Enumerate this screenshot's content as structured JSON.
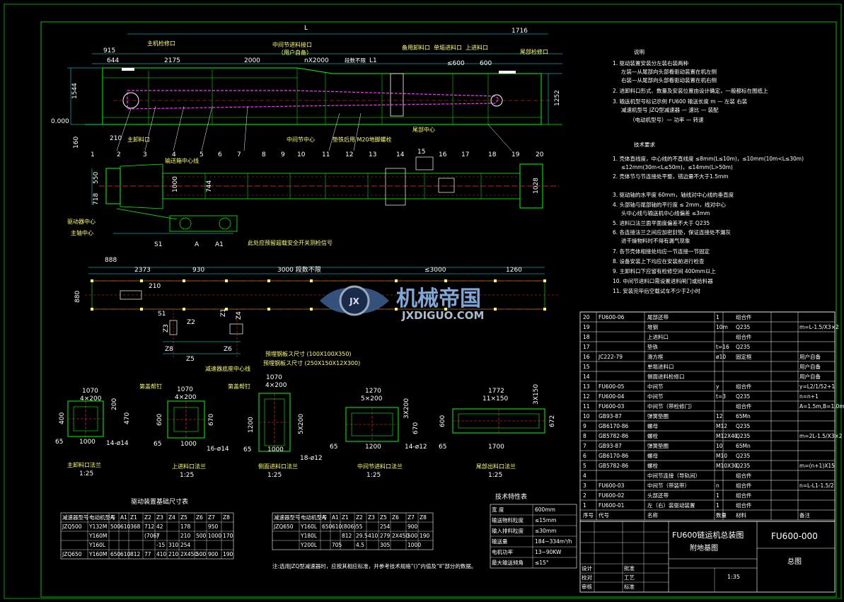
{
  "colors": {
    "background": "#000000",
    "frame": "#00c000",
    "outline": "#00ff00",
    "centerline": "#ff3333",
    "chain": "#ff33ff",
    "text": "#ffffff",
    "label": "#ffff66",
    "dim": "#00ffff"
  },
  "side_view": {
    "dims_top": [
      "L",
      "1716",
      "915",
      "644",
      "2175",
      "2000",
      "nX2000",
      "段数不限",
      "L1",
      "≤600",
      "600"
    ],
    "dims_left": [
      "1544",
      "0.000",
      "160",
      "210",
      "1252"
    ],
    "labels": [
      "主机检修口",
      "中间节进料接口",
      "（用户自备）",
      "备用卸料口",
      "单塸进料口",
      "上进料口",
      "尾部检修口",
      "主卸料口",
      "中间节中心",
      "垫铁后用 M20地脚螺栓",
      "输送箱中心线",
      "尾部中心"
    ],
    "part_numbers": [
      "1",
      "2",
      "3",
      "4",
      "5",
      "6",
      "7",
      "8",
      "9",
      "10",
      "11",
      "12",
      "13",
      "14",
      "15",
      "16",
      "17",
      "18",
      "19",
      "20"
    ]
  },
  "plan_view": {
    "dims": [
      "550",
      "718",
      "1000",
      "744",
      "1028",
      "S1",
      "A",
      "A1"
    ],
    "labels": [
      "驱动器中心",
      "主轴中心",
      "此处应预留超载安全开关测检信号"
    ]
  },
  "foundation_view": {
    "dims": [
      "888",
      "2373",
      "930",
      "3000 段数不限",
      "≤3000",
      "1260",
      "880",
      "210",
      "S1",
      "Z1",
      "Z2",
      "Z3",
      "Z4",
      "Z5",
      "Z6",
      "Z8"
    ],
    "labels": [
      "预埋钢板ス尺寸 (100X100X350)",
      "预埋钢板ス尺寸 (250X150X12X300)",
      "减速器底座中心线"
    ]
  },
  "flanges": [
    {
      "title": "主卸料口法兰",
      "scale": "1:25",
      "dims": [
        "1070",
        "4×200",
        "400",
        "200",
        "470",
        "65",
        "1000",
        "14-ø14"
      ]
    },
    {
      "title": "上进料口法兰",
      "scale": "1:25",
      "dims": [
        "1070",
        "4×200",
        "600",
        "670",
        "65",
        "1000",
        "16-ø14"
      ],
      "label": "第盖帮钉"
    },
    {
      "title": "侧面进料口法兰",
      "scale": "1:25",
      "dims": [
        "1070",
        "4×200",
        "1200",
        "5X200",
        "65",
        "1000",
        "18-ø12"
      ],
      "label": "第盖帮钉"
    },
    {
      "title": "中间节进料口法兰",
      "scale": "1:25",
      "dims": [
        "1270",
        "5×200",
        "3X200",
        "670",
        "65",
        "1200",
        "14-ø12"
      ]
    },
    {
      "title": "尾部出料口法兰",
      "scale": "1:25",
      "dims": [
        "1772",
        "11×150",
        "600",
        "3X150",
        "672",
        "65",
        "1700"
      ]
    }
  ],
  "notes": {
    "title": "说明",
    "items": [
      "1. 驱动装置安装分左装右装两种",
      "左装—从尾部向头部看驱动装置在机左侧",
      "右装—从尾部向头部看驱动装置在机右侧",
      "2. 进卸料口形式、数量及安装位置由设计确定，一般都标在图纸上",
      "3. 输送机型号标记示例  FU600 输送长度 m — 左装 右装",
      "减速机型号 JZQ型减速器 — 速比 — 装配",
      "（电动机型号）— 功率 — 转速"
    ]
  },
  "tech": {
    "title": "技术要求",
    "items": [
      "1. 壳体直线度，中心线的不直线度 ≤8mm(L≤10m)，≤10mm(10m<L≤30m)",
      "≤12mm(30m<L≤50m)，≤14mm(L>50m)",
      "2. 壳体节与节连接处平整，错边量不大于1.5mm",
      "3. 驱动轴的水平度 60mm，轴线对中心线的垂直度",
      "4. 头部轴与尾部轴的平行度 ≤ 2mm，线对中心",
      "头中心线与输送机中心线偏差 ≤3mm",
      "5. 进料口法兰面平面度偏差不大于 Q235",
      "6. 各连接法兰之间应加密封垫，保证连接处不漏灰",
      "进干燥物料时不得有漏气现象",
      "7. 各节壳体相接处均应一节连接一节固定",
      "8. 设备安装上下均应在安装前进行检查",
      "9. 主卸料口下应留有检修空间 400mm以上",
      "10. 中间节进料口需设置进料闸门或给料器",
      "11. 安装完毕后空载试车不少于2小时"
    ]
  },
  "watermark": {
    "brand": "机械帝国",
    "url": "JXDIGUO.COM",
    "emblem": "JX"
  },
  "parts": {
    "rows": [
      [
        "20",
        "FU600-06",
        "尾部还带",
        "1",
        "组合件",
        ""
      ],
      [
        "19",
        "",
        "堆钢",
        "10m",
        "Q235",
        "m=L-1.5/X3×2"
      ],
      [
        "18",
        "",
        "上进料口",
        "",
        "组合件",
        ""
      ],
      [
        "17",
        "",
        "垫铁",
        "t=16",
        "Q235",
        ""
      ],
      [
        "16",
        "JC222-79",
        "滑方框",
        "ø10",
        "固定框",
        "用户自备"
      ],
      [
        "15",
        "",
        "单塸进料口",
        "",
        "",
        "用户自备"
      ],
      [
        "14",
        "",
        "侧面进料检修口",
        "",
        "",
        "用户自备"
      ],
      [
        "13",
        "FU600-05",
        "中间节",
        "y",
        "组合件",
        "y=L2/1/52+1"
      ],
      [
        "12",
        "FU600-04",
        "中间节",
        "t=3",
        "Q235",
        "n=n+1"
      ],
      [
        "11",
        "FU600-03",
        "中间节（带检修门）",
        "",
        "组合件",
        "A=1.5m,B=1.0m"
      ],
      [
        "10",
        "GB93-87",
        "弹簧垫圈",
        "12",
        "65Mn",
        ""
      ],
      [
        "9",
        "GB6170-86",
        "螺母",
        "M12",
        "Q235",
        ""
      ],
      [
        "8",
        "GB5782-86",
        "螺栓",
        "M12X40",
        "Q235",
        "m=2L-1.5/X3×2"
      ],
      [
        "7",
        "GB93-87",
        "弹簧垫圈",
        "10",
        "65Mn",
        ""
      ],
      [
        "6",
        "GB6170-86",
        "螺母",
        "M10",
        "Q235",
        ""
      ],
      [
        "5",
        "GB5782-86",
        "螺栓",
        "M10X30",
        "Q235",
        "m=(n+1)X15"
      ],
      [
        "4",
        "",
        "中间节连接（导轨间）",
        "",
        "组合件",
        ""
      ],
      [
        "3",
        "FU600-03",
        "中间节（带装带）",
        "n",
        "组合件",
        "n=L-L1-1.5/2"
      ],
      [
        "2",
        "FU600-02",
        "头部还带",
        "1",
        "组合件",
        ""
      ],
      [
        "1",
        "FU600-01",
        "左（右）装驱动装置",
        "1",
        "组合件",
        ""
      ]
    ],
    "header": [
      "序号",
      "代号",
      "名称",
      "数量",
      "材料",
      "备注"
    ]
  },
  "title_block": {
    "drawing_title_1": "FU600链运机总装图",
    "drawing_title_2": "附地基图",
    "drawing_no": "FU600-000",
    "doc_type": "总图",
    "scale": "1:35",
    "roles": [
      "设计",
      "校对",
      "审核",
      "批准",
      "工艺",
      "标准"
    ]
  },
  "drive_table": {
    "title": "驱动装置基础尺寸表",
    "header": [
      "减速器型号",
      "电动机型号",
      "A",
      "A1",
      "Z1",
      "Z2",
      "Z3",
      "Z4",
      "Z5",
      "Z6",
      "Z7",
      "Z8"
    ],
    "rows_left": [
      [
        "JZQ500",
        "Y132M",
        "500",
        "610",
        "368",
        "712",
        "42",
        "",
        "178",
        "",
        "950",
        ""
      ],
      [
        "",
        "Y160M",
        "",
        "",
        "",
        "(706)",
        "7",
        "",
        "210",
        "500",
        "1000",
        "170"
      ],
      [
        "",
        "Y160L",
        "",
        "",
        "",
        "",
        "-15",
        "310",
        "254",
        "",
        "",
        ""
      ],
      [
        "JZQ650",
        "Y160M",
        "650",
        "610",
        "812",
        "77",
        "410",
        "210",
        "2X450",
        "500",
        "900",
        "190"
      ]
    ],
    "rows_right": [
      [
        "JZQ650",
        "Y160L",
        "650",
        "610",
        "(806)",
        "55",
        "",
        "254",
        "",
        "900",
        ""
      ],
      [
        "",
        "Y180L",
        "",
        "",
        "812",
        "29.5",
        "410",
        "279",
        "2X450",
        "500",
        "190"
      ],
      [
        "",
        "Y200L",
        "",
        "705",
        "",
        "4.5",
        "",
        "305",
        "",
        "1000",
        ""
      ]
    ],
    "footnote": "注:选用JZQ型减速器时，应按其相应标准，并参考技术规格“()”内值及“Ⅱ”部分的数据。"
  },
  "spec_table": {
    "title": "技术特性表",
    "rows": [
      [
        "宽    度",
        "600mm"
      ],
      [
        "输送物料粒度",
        "≤15mm"
      ],
      [
        "输入排料粒度",
        "≤30mm"
      ],
      [
        "输送量",
        "184~334m³/h"
      ],
      [
        "电机功率",
        "13~90KW"
      ],
      [
        "最大输送倾角",
        "≤15°"
      ]
    ]
  }
}
